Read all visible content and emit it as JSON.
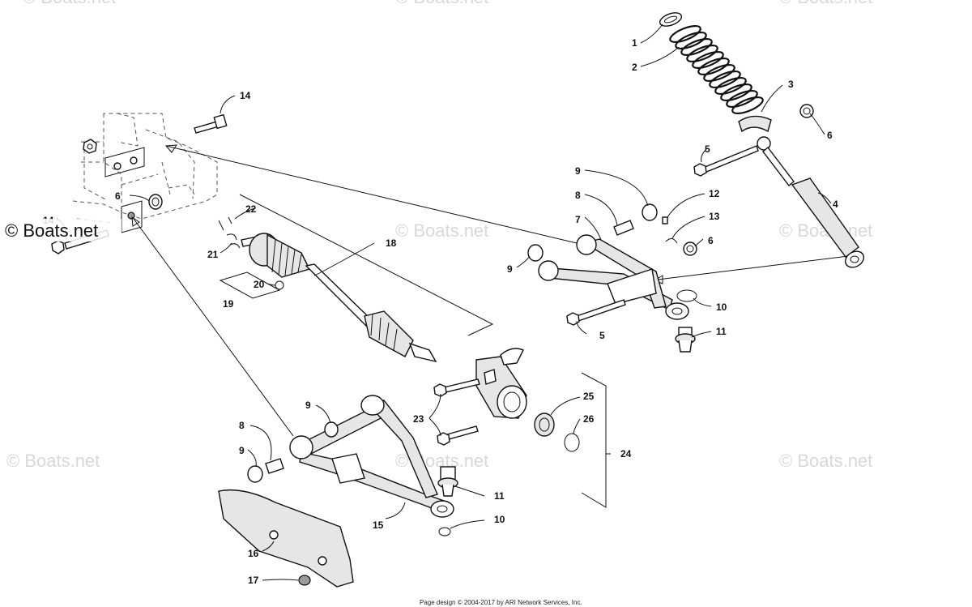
{
  "watermark": {
    "text": "© Boats.net",
    "corner_text": "© Boats.net"
  },
  "credit": "Page design © 2004-2017 by ARI Network Services, Inc.",
  "callouts": [
    "1",
    "2",
    "3",
    "4",
    "5",
    "5",
    "6",
    "6",
    "6",
    "7",
    "8",
    "8",
    "9",
    "9",
    "9",
    "9",
    "10",
    "10",
    "11",
    "11",
    "12",
    "13",
    "14",
    "14",
    "15",
    "16",
    "17",
    "18",
    "19",
    "20",
    "21",
    "22",
    "23",
    "24",
    "25",
    "26"
  ]
}
